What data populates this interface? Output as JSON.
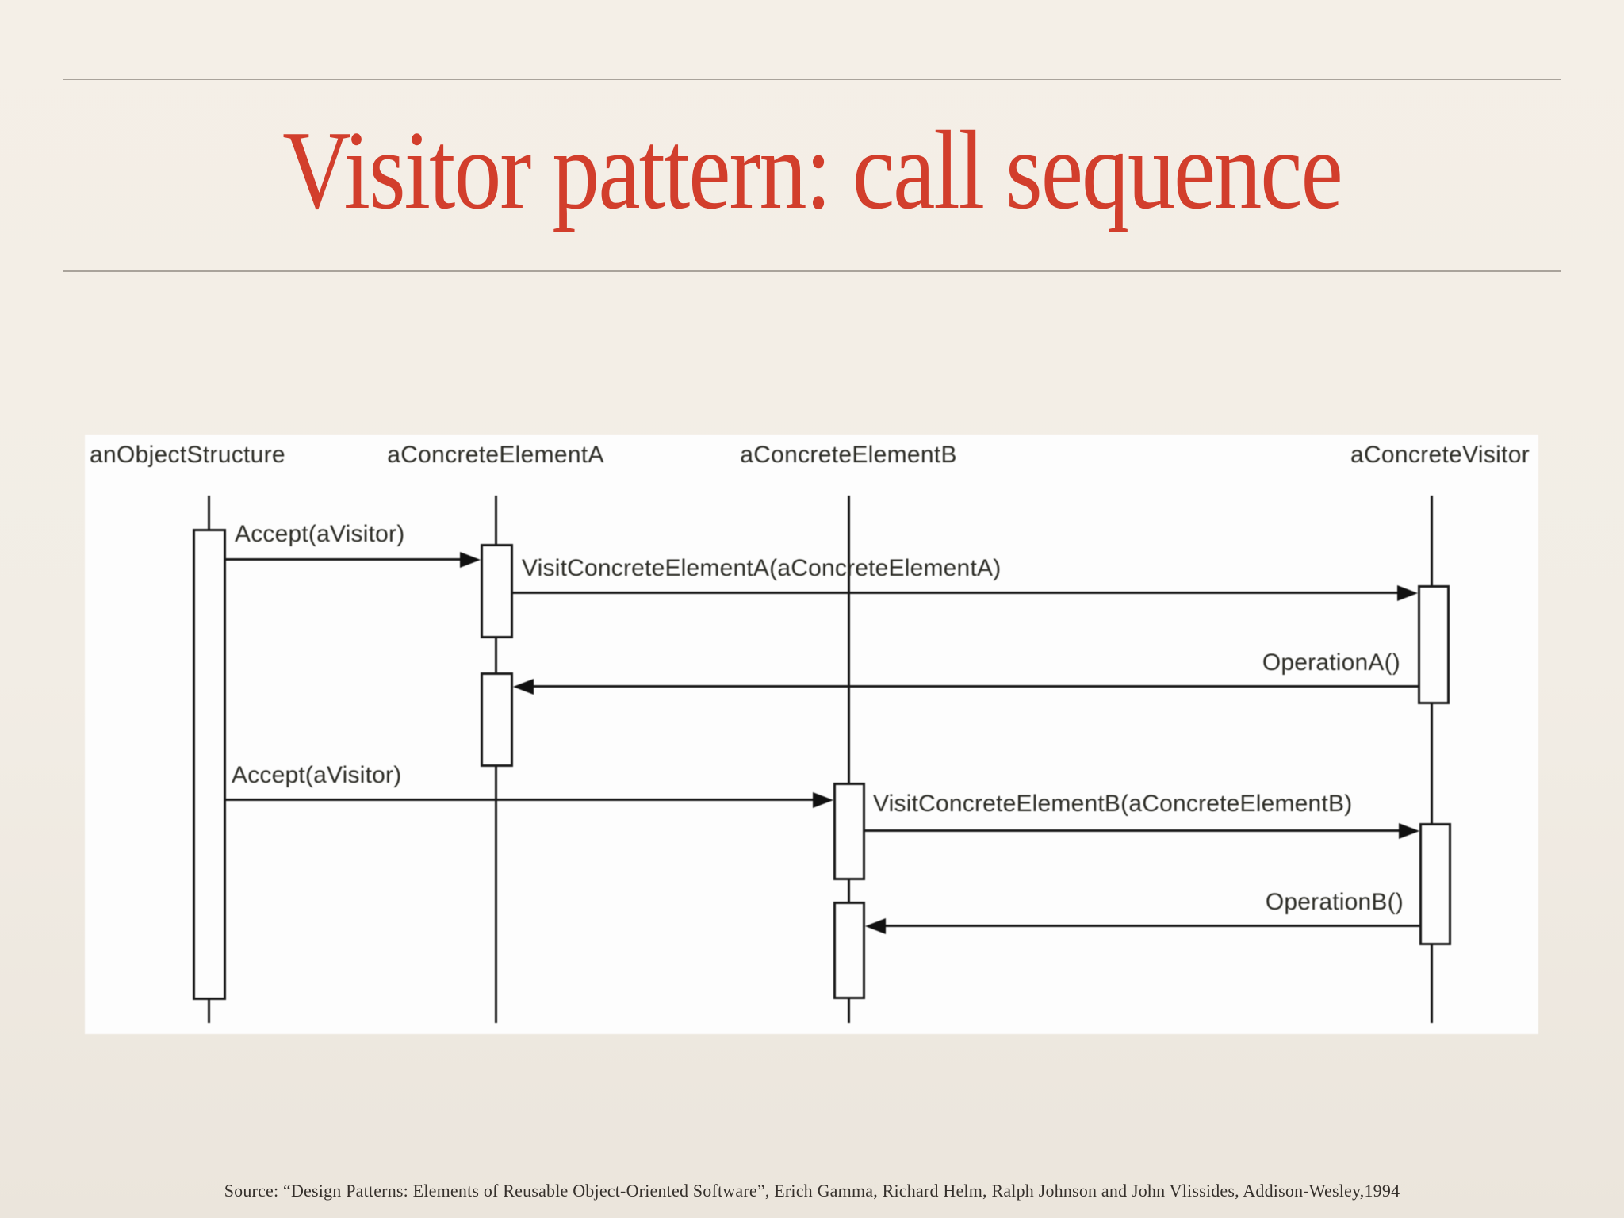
{
  "slide": {
    "title": "Visitor pattern: call sequence",
    "title_color": "#d23e2c",
    "background_color": "#f2ede5",
    "source": "Source: “Design Patterns: Elements of Reusable Object-Oriented Software”, Erich Gamma, Richard Helm, Ralph Johnson and John Vlissides, Addison-Wesley,1994"
  },
  "diagram": {
    "type": "uml-sequence-diagram",
    "background_color": "#fdfdfd",
    "ink_color": "#1b1b1b",
    "lifelines": [
      {
        "name": "anObjectStructure"
      },
      {
        "name": "aConcreteElementA"
      },
      {
        "name": "aConcreteElementB"
      },
      {
        "name": "aConcreteVisitor"
      }
    ],
    "messages": [
      {
        "label": "Accept(aVisitor)",
        "from": "anObjectStructure",
        "to": "aConcreteElementA",
        "direction": "right"
      },
      {
        "label": "VisitConcreteElementA(aConcreteElementA)",
        "from": "aConcreteElementA",
        "to": "aConcreteVisitor",
        "direction": "right"
      },
      {
        "label": "OperationA()",
        "from": "aConcreteVisitor",
        "to": "aConcreteElementA",
        "direction": "left"
      },
      {
        "label": "Accept(aVisitor)",
        "from": "anObjectStructure",
        "to": "aConcreteElementB",
        "direction": "right"
      },
      {
        "label": "VisitConcreteElementB(aConcreteElementB)",
        "from": "aConcreteElementB",
        "to": "aConcreteVisitor",
        "direction": "right"
      },
      {
        "label": "OperationB()",
        "from": "aConcreteVisitor",
        "to": "aConcreteElementB",
        "direction": "left"
      }
    ]
  }
}
